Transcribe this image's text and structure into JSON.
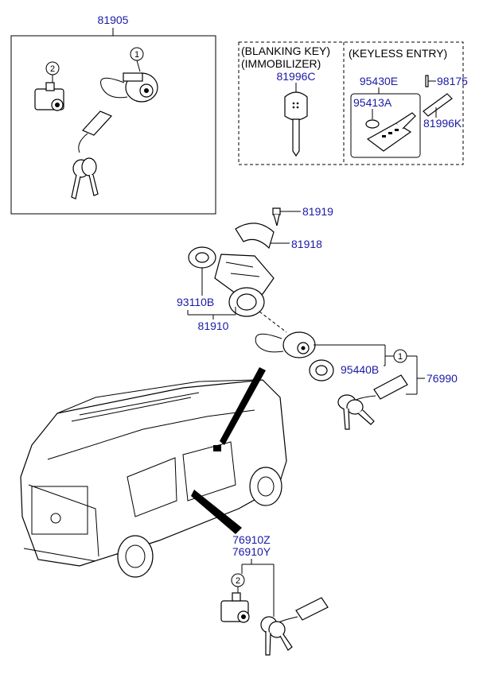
{
  "labels": {
    "kit_top": "81905",
    "blanking_key_title_1": "(BLANKING KEY)",
    "blanking_key_title_2": "(IMMOBILIZER)",
    "blanking_key": "81996C",
    "keyless_title": "(KEYLESS ENTRY)",
    "keyless_fob": "95430E",
    "keyless_case": "95413A",
    "keyless_pin": "98175",
    "keyless_key": "81996K",
    "screw": "81919",
    "cover": "81918",
    "lock_body": "93110B",
    "ignition_assy": "81910",
    "ring": "95440B",
    "kit_right": "76990",
    "door_lock_1": "76910Z",
    "door_lock_2": "76910Y"
  },
  "callouts": {
    "one_a": "1",
    "two_a": "2",
    "one_b": "1",
    "two_b": "2"
  }
}
